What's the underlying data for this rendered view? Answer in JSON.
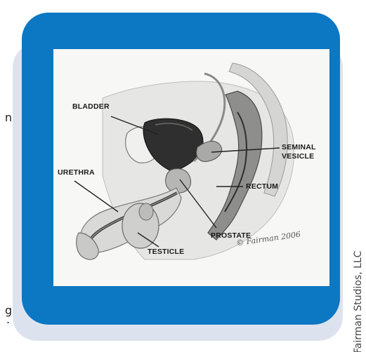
{
  "labels": {
    "bladder": "BLADDER",
    "urethra": "URETHRA",
    "seminal_vesicle_line1": "SEMINAL",
    "seminal_vesicle_line2": "VESICLE",
    "rectum": "RECTUM",
    "prostate": "PROSTATE",
    "testicle": "TESTICLE"
  },
  "signature": "© Fairman 2006",
  "credit": "Fairman Studios, LLC",
  "edge_text": [
    "n",
    "g",
    "."
  ],
  "colors": {
    "frame": "#0c77c2",
    "shadow_panel": "#dde3ee",
    "plate": "#f7f7f5",
    "bladder": "#2f2f2f"
  }
}
